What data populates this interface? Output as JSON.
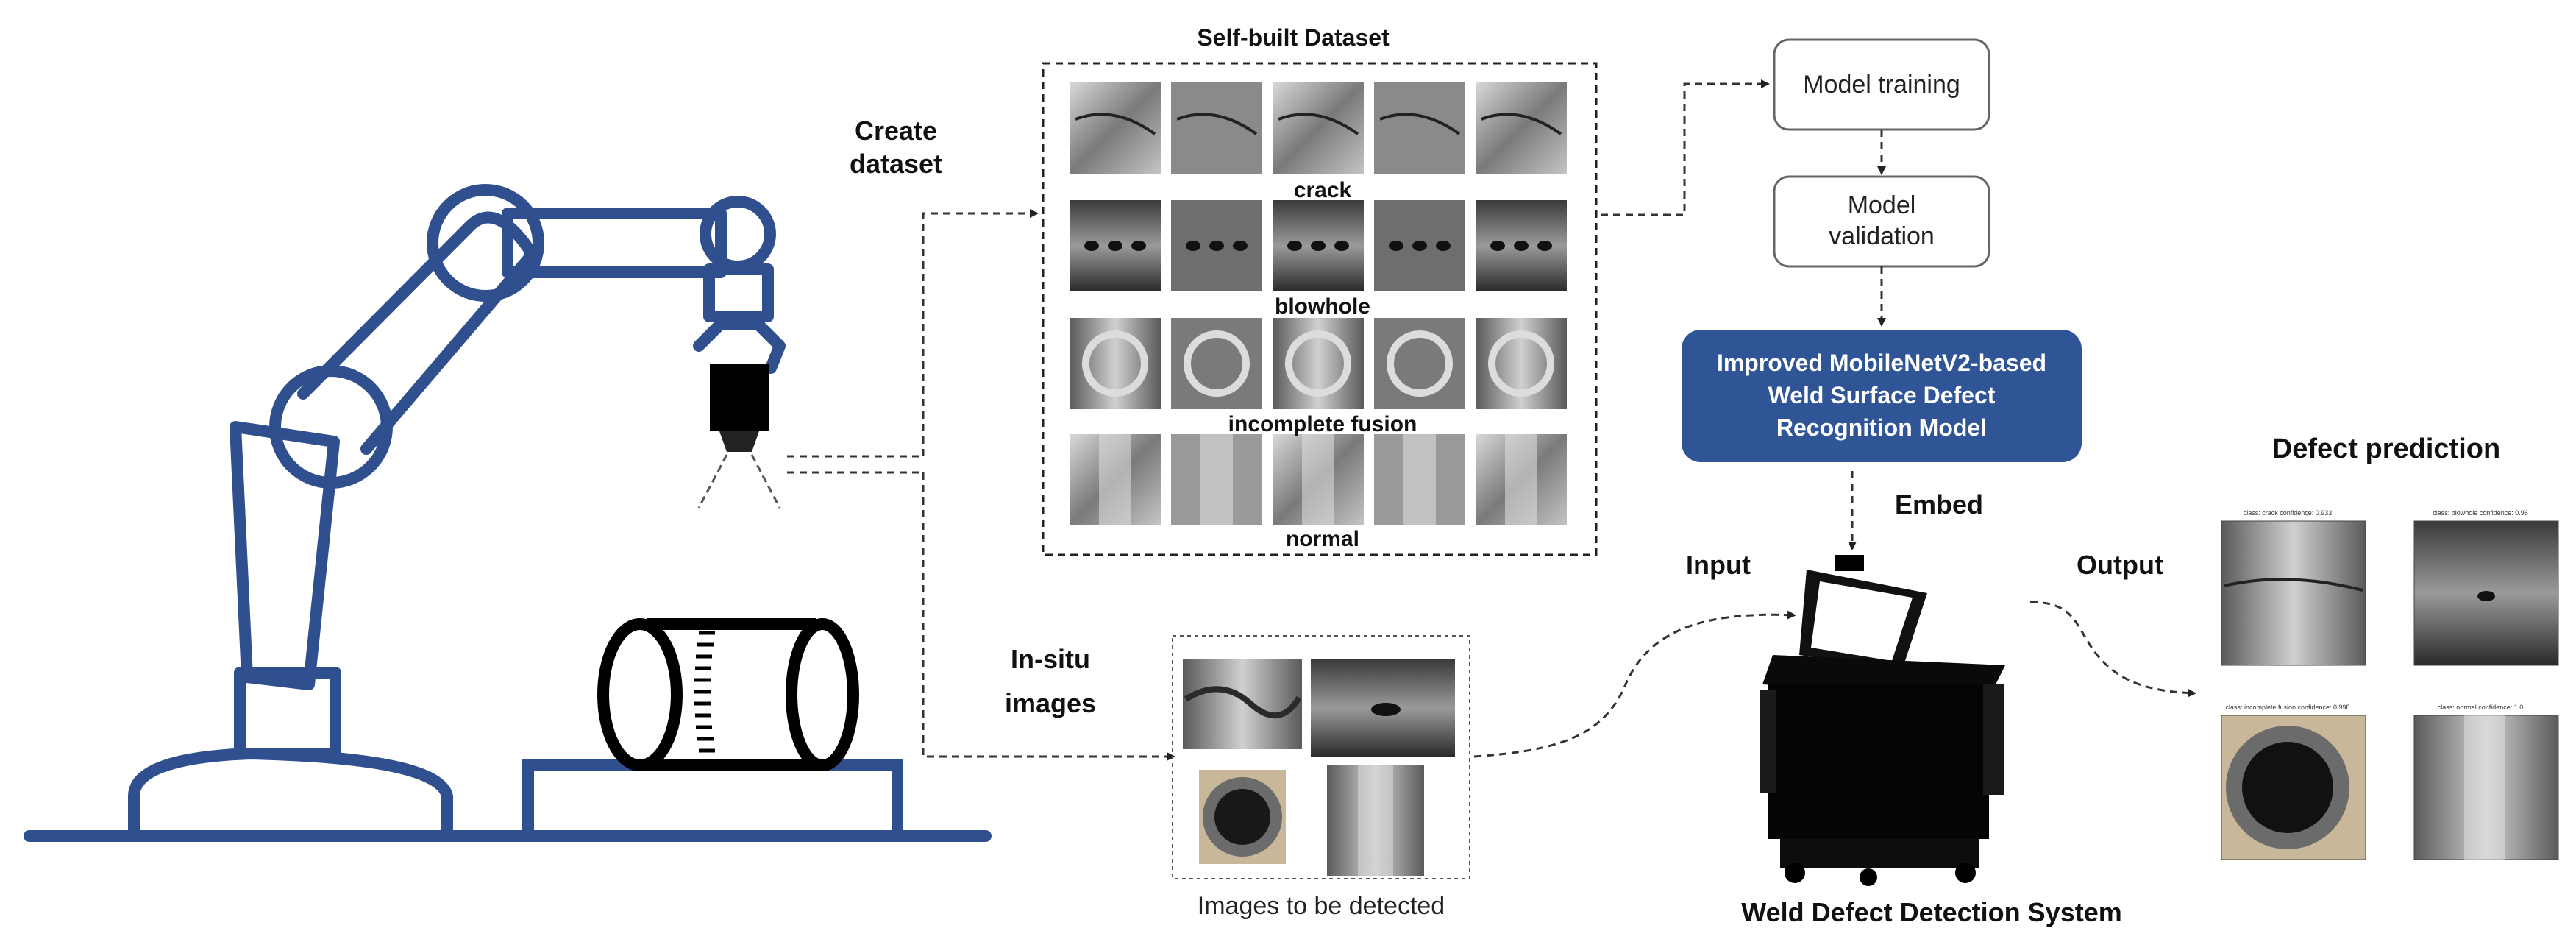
{
  "dataset": {
    "title": "Self-built Dataset",
    "classes": [
      {
        "label": "crack",
        "tone": "#8a8a8a"
      },
      {
        "label": "blowhole",
        "tone": "#6e6e6e"
      },
      {
        "label": "incomplete fusion",
        "tone": "#7a7a7a"
      },
      {
        "label": "normal",
        "tone": "#9a9a9a"
      }
    ]
  },
  "arrows": {
    "create_dataset_line1": "Create",
    "create_dataset_line2": "dataset",
    "insitu_line1": "In-situ",
    "insitu_line2": "images",
    "embed": "Embed",
    "input": "Input",
    "output": "Output"
  },
  "pipeline": {
    "training": "Model training",
    "validation_line1": "Model",
    "validation_line2": "validation",
    "model_line1": "Improved MobileNetV2-based",
    "model_line2": "Weld Surface Defect",
    "model_line3": "Recognition Model"
  },
  "detect": {
    "caption": "Images to be detected"
  },
  "system": {
    "caption": "Weld Defect Detection System"
  },
  "prediction": {
    "title": "Defect prediction",
    "panels": [
      {
        "header": "class: crack    confidence: 0.933"
      },
      {
        "header": "class: blowhole    confidence: 0.96"
      },
      {
        "header": "class: incomplete fusion    confidence: 0.998"
      },
      {
        "header": "class: normal    confidence: 1.0"
      }
    ]
  },
  "colors": {
    "robot_blue": "#2f4f8f",
    "model_box": "#2f5597",
    "arrow": "#333333"
  }
}
